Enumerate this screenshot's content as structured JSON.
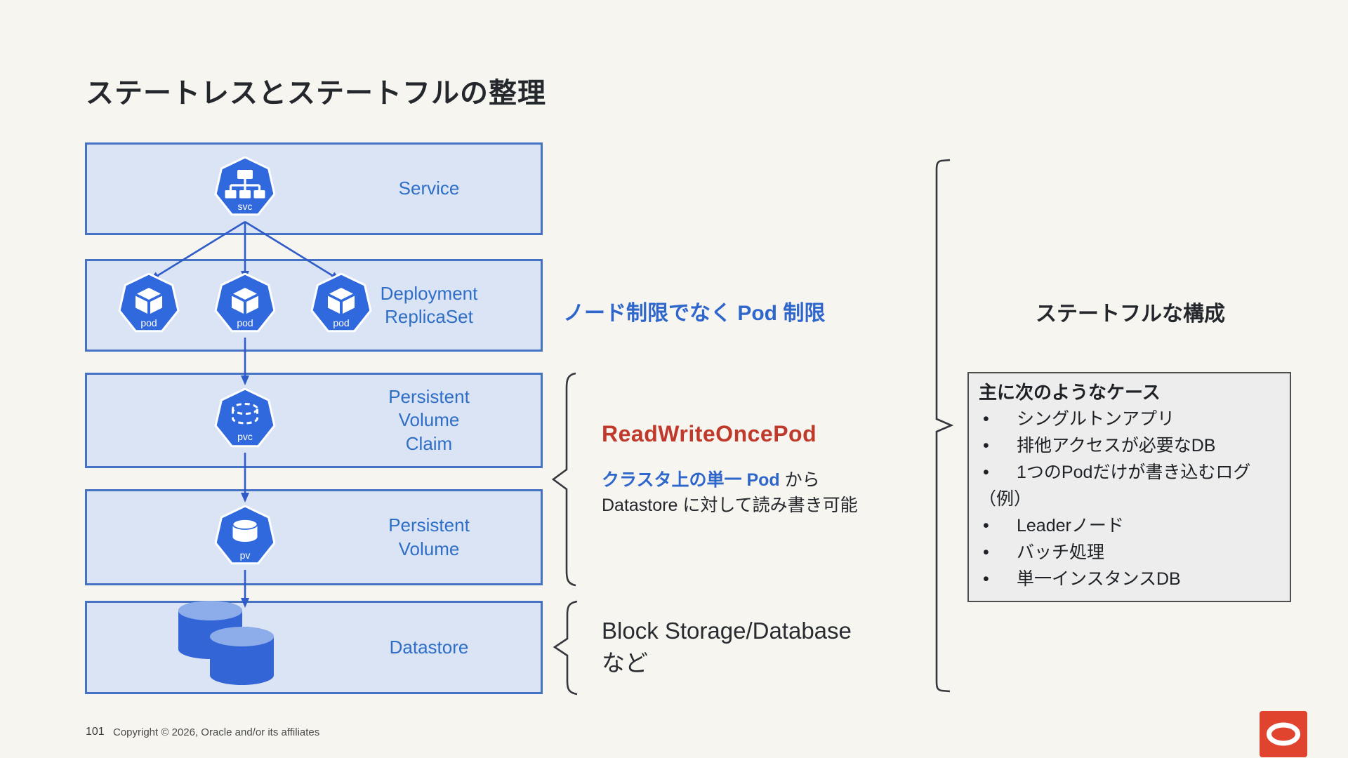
{
  "slide": {
    "title": "ステートレスとステートフルの整理",
    "footer": {
      "page_number": "101",
      "copyright": "Copyright © 2026, Oracle and/or its affiliates"
    }
  },
  "colors": {
    "background": "#f7f5f0",
    "box_fill": "#dbe4f5",
    "box_border": "#4472c4",
    "box_label_blue": "#2e6ec6",
    "kubernetes_blue": "#3068dd",
    "annotation_blue": "#2e66cc",
    "annotation_red": "#c03a2b",
    "oracle_logo_red": "#e0442e"
  },
  "diagram": {
    "boxes": [
      {
        "label": "Service",
        "icon": "kubernetes-service-icon",
        "icon_caption": "svc"
      },
      {
        "label": "Deployment\nReplicaSet",
        "icon": "kubernetes-pod-icon",
        "icon_caption": "pod"
      },
      {
        "label": "Persistent\nVolume\nClaim",
        "icon": "kubernetes-pvc-icon",
        "icon_caption": "pvc"
      },
      {
        "label": "Persistent\nVolume",
        "icon": "kubernetes-pv-icon",
        "icon_caption": "pv"
      },
      {
        "label": "Datastore",
        "icon": "database-cylinders-icon",
        "icon_caption": ""
      }
    ]
  },
  "annotations": {
    "pod_limit": "ノード制限でなく Pod 制限",
    "rwop_title": "ReadWriteOncePod",
    "rwop_desc_highlight": "クラスタ上の単一 Pod",
    "rwop_desc_rest": " から",
    "rwop_desc_line2": "Datastore に対して読み書き可能",
    "storage_note": "Block Storage/Database\nなど",
    "stateful_heading": "ステートフルな構成"
  },
  "case_box": {
    "title": "主に次のようなケース",
    "bullet_char": "•",
    "items": [
      "シングルトンアプリ",
      "排他アクセスが必要なDB",
      "1つのPodだけが書き込むログ"
    ],
    "example_label": "（例）",
    "example_items": [
      "Leaderノード",
      "バッチ処理",
      "単一インスタンスDB"
    ]
  }
}
